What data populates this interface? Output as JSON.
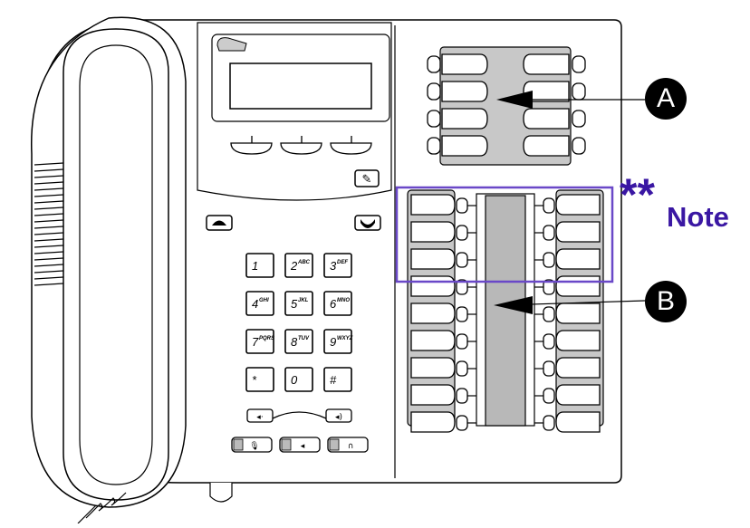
{
  "keypad": {
    "keys": [
      {
        "digit": "1",
        "letters": ""
      },
      {
        "digit": "2",
        "letters": "ABC"
      },
      {
        "digit": "3",
        "letters": "DEF"
      },
      {
        "digit": "4",
        "letters": "GHI"
      },
      {
        "digit": "5",
        "letters": "JKL"
      },
      {
        "digit": "6",
        "letters": "MNO"
      },
      {
        "digit": "7",
        "letters": "PQRS"
      },
      {
        "digit": "8",
        "letters": "TUV"
      },
      {
        "digit": "9",
        "letters": "WXYZ"
      },
      {
        "digit": "*",
        "letters": ""
      },
      {
        "digit": "0",
        "letters": ""
      },
      {
        "digit": "#",
        "letters": ""
      }
    ]
  },
  "callouts": {
    "a": "A",
    "b": "B"
  },
  "note": {
    "stars": "**",
    "label": "Note"
  },
  "colors": {
    "note_purple": "#3a17a3",
    "panel_gray": "#c8c8c8",
    "outline": "#000000"
  },
  "icons": [
    "release-handset-icon",
    "hold-icon",
    "volume-down-icon",
    "volume-up-icon",
    "mute-icon",
    "speaker-icon",
    "headset-icon",
    "services-icon"
  ]
}
